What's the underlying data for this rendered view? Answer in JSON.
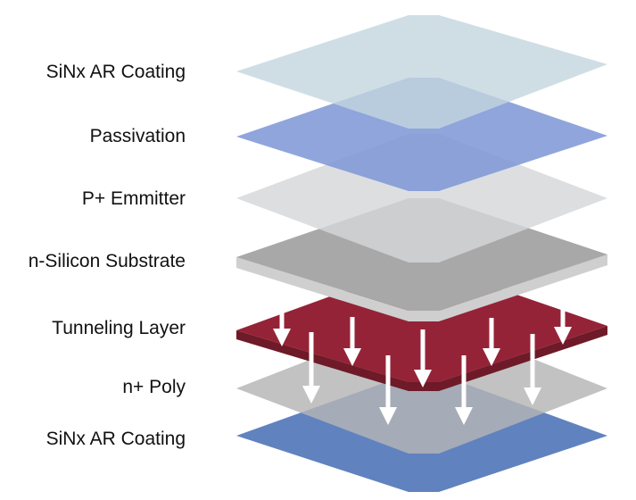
{
  "layers": [
    {
      "label": "SiNx AR Coating",
      "color": "#c9dbe3"
    },
    {
      "label": "Passivation",
      "color": "#7f99d6"
    },
    {
      "label": "P+ Emmitter",
      "color": "#d6d7d9"
    },
    {
      "label": "n-Silicon Substrate",
      "color": "#a8a8a8"
    },
    {
      "label": "Tunneling Layer",
      "color": "#952337"
    },
    {
      "label": "n+ Poly",
      "color": "#b5b5b5"
    },
    {
      "label": "SiNx AR Coating",
      "color": "#6082bf"
    }
  ],
  "arrow_color": "#ffffff"
}
